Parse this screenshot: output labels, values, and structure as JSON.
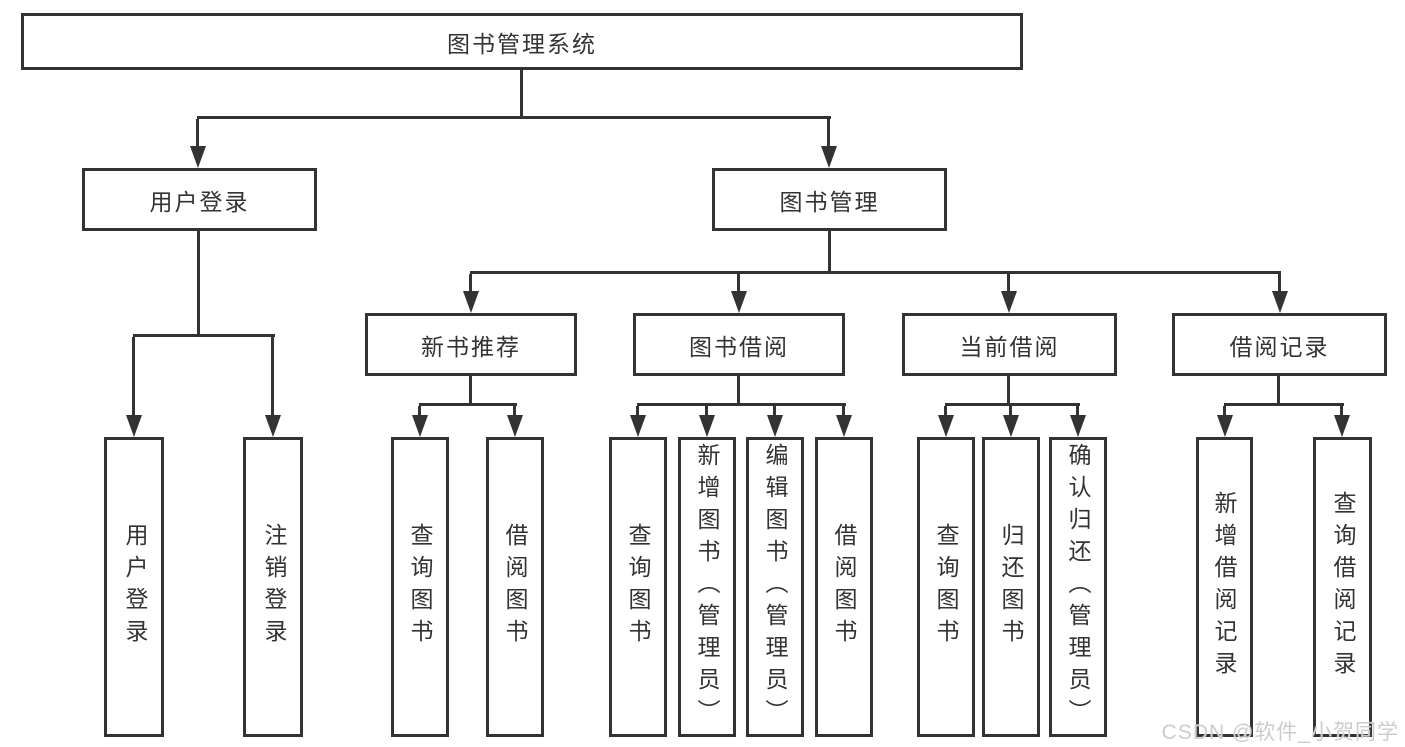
{
  "tree": {
    "root": {
      "label": "图书管理系统",
      "children": [
        {
          "label": "用户登录",
          "children": [
            {
              "label": "用户登录"
            },
            {
              "label": "注销登录"
            }
          ]
        },
        {
          "label": "图书管理",
          "children": [
            {
              "label": "新书推荐",
              "children": [
                {
                  "label": "查询图书"
                },
                {
                  "label": "借阅图书"
                }
              ]
            },
            {
              "label": "图书借阅",
              "children": [
                {
                  "label": "查询图书"
                },
                {
                  "label": "新增图书（管理员）"
                },
                {
                  "label": "编辑图书（管理员）"
                },
                {
                  "label": "借阅图书"
                }
              ]
            },
            {
              "label": "当前借阅",
              "children": [
                {
                  "label": "查询图书"
                },
                {
                  "label": "归还图书"
                },
                {
                  "label": "确认归还（管理员）"
                }
              ]
            },
            {
              "label": "借阅记录",
              "children": [
                {
                  "label": "新增借阅记录"
                },
                {
                  "label": "查询借阅记录"
                }
              ]
            }
          ]
        }
      ]
    }
  },
  "watermark": {
    "text": "CSDN @软件_小贺同学"
  },
  "colors": {
    "line": "#333333",
    "text": "#333333",
    "box_fill": "#ffffff",
    "bg": "#ffffff",
    "watermark": "#cccccc"
  }
}
